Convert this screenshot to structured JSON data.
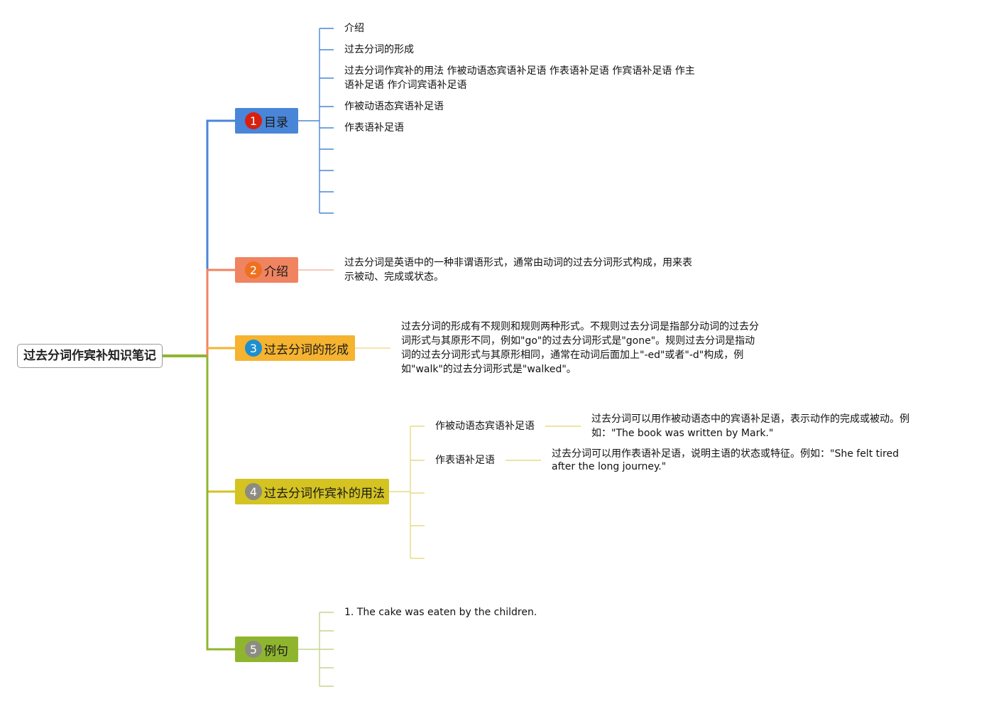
{
  "root": {
    "title": "过去分词作宾补知识笔记"
  },
  "colors": {
    "blue": "#4a86d8",
    "orange": "#f08360",
    "amber": "#f5b330",
    "olive": "#d4c321",
    "green": "#8fb52f",
    "badge_red": "#d8200f",
    "badge_orange": "#ee7020",
    "badge_blue": "#1d8fd1",
    "badge_gray": "#8c8c82"
  },
  "topics": [
    {
      "number": "1",
      "label": "目录"
    },
    {
      "number": "2",
      "label": "介绍"
    },
    {
      "number": "3",
      "label": "过去分词的形成"
    },
    {
      "number": "4",
      "label": "过去分词作宾补的用法"
    },
    {
      "number": "5",
      "label": "例句"
    }
  ],
  "toc": {
    "items": [
      "介绍",
      "过去分词的形成",
      "过去分词作宾补的用法 作被动语态宾语补足语 作表语补足语 作宾语补足语 作主语补足语 作介词宾语补足语",
      "作被动语态宾语补足语",
      "作表语补足语"
    ]
  },
  "intro": {
    "text": "过去分词是英语中的一种非谓语形式，通常由动词的过去分词形式构成，用来表示被动、完成或状态。"
  },
  "formation": {
    "text": "过去分词的形成有不规则和规则两种形式。不规则过去分词是指部分动词的过去分词形式与其原形不同，例如\"go\"的过去分词形式是\"gone\"。规则过去分词是指动词的过去分词形式与其原形相同，通常在动词后面加上\"-ed\"或者\"-d\"构成，例如\"walk\"的过去分词形式是\"walked\"。"
  },
  "usage": {
    "items": [
      {
        "label": "作被动语态宾语补足语",
        "detail": "过去分词可以用作被动语态中的宾语补足语，表示动作的完成或被动。例如：\"The book was written by Mark.\""
      },
      {
        "label": "作表语补足语",
        "detail": "过去分词可以用作表语补足语，说明主语的状态或特征。例如：\"She felt tired after the long journey.\""
      }
    ]
  },
  "examples": {
    "items": [
      "1. The cake was eaten by the children."
    ]
  }
}
